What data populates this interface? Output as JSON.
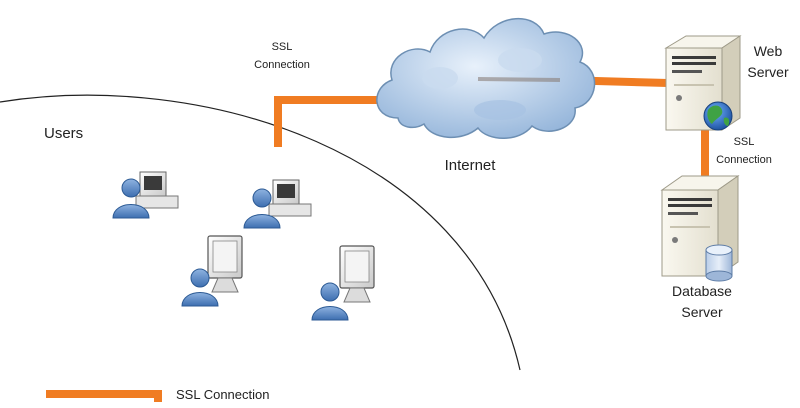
{
  "labels": {
    "users": "Users",
    "ssl_top_line1": "SSL",
    "ssl_top_line2": "Connection",
    "internet": "Internet",
    "web_server_line1": "Web",
    "web_server_line2": "Server",
    "ssl_right_line1": "SSL",
    "ssl_right_line2": "Connection",
    "db_server_line1": "Database",
    "db_server_line2": "Server",
    "legend": "SSL Connection"
  },
  "colors": {
    "ssl_line": "#f07c22",
    "user_blue": "#4f7fbf",
    "user_dark": "#2c5a94",
    "server_body": "#f1efe6",
    "server_side": "#cfcab7",
    "cloud": "#aecbea",
    "cloud_edge": "#6d8fb3"
  },
  "icons": {
    "users": [
      "user-desktop-icon",
      "user-desktop-icon",
      "user-monitor-icon",
      "user-monitor-icon"
    ],
    "globe": "globe-icon",
    "database": "database-cylinder-icon",
    "cloud": "cloud-icon"
  }
}
